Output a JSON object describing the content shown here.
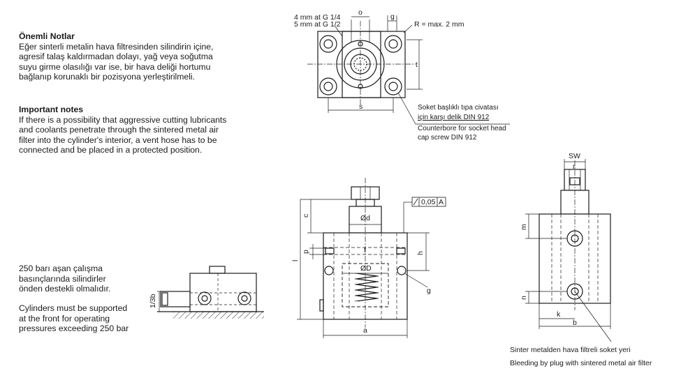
{
  "notes_tr": {
    "heading": "Önemli Notlar",
    "lines": [
      "Eğer sinterli metalin hava filtresinden silindirin içine,",
      "agresif talaş kaldırmadan dolayı, yağ veya soğutma",
      "suyu girme olasılığı var ise, bir hava deliği hortumu",
      "bağlanıp korunaklı bir pozisyona yerleştirilmeli."
    ]
  },
  "notes_en": {
    "heading": "Important notes",
    "lines": [
      "If there is a possibility that aggressive cutting lubricants",
      "and coolants penetrate through the sintered metal air",
      "filter into the cylinder's interior, a vent hose has to be",
      "connected and be placed in a protected position."
    ]
  },
  "support_tr": [
    "250 barı aşan çalışma",
    "basınçlarında  silindirler",
    "önden destekli olmalıdır."
  ],
  "support_en": [
    "Cylinders must be supported",
    "at the front for operating",
    "pressures exceeding 250 bar"
  ],
  "top_view": {
    "depth1": "4 mm at G 1/4",
    "depth2": "5 mm at G 1/2",
    "o": "o",
    "g": "g",
    "radius": "R = max. 2 mm",
    "t": "t",
    "s": "s"
  },
  "counterbore": {
    "tr1": "Soket başlıklı tıpa civatası",
    "tr2": "için karşı delik DIN 912",
    "en1": "Counterbore for socket head",
    "en2": "cap screw DIN 912"
  },
  "support_view": {
    "dim": "1/3b"
  },
  "front_view": {
    "c": "c",
    "d": "Ød",
    "tolerance": "0,05",
    "datum": "A",
    "l": "l",
    "f": "f",
    "p": "p",
    "h": "h",
    "D": "ØD",
    "g": "g",
    "a": "a"
  },
  "side_view": {
    "SW": "SW",
    "r": "r",
    "m": "m",
    "n": "n",
    "k": "k",
    "b": "b"
  },
  "filter_caption": {
    "tr": "Sinter metalden hava filtreli soket yeri",
    "en": "Bleeding by plug with sintered metal air filter"
  }
}
